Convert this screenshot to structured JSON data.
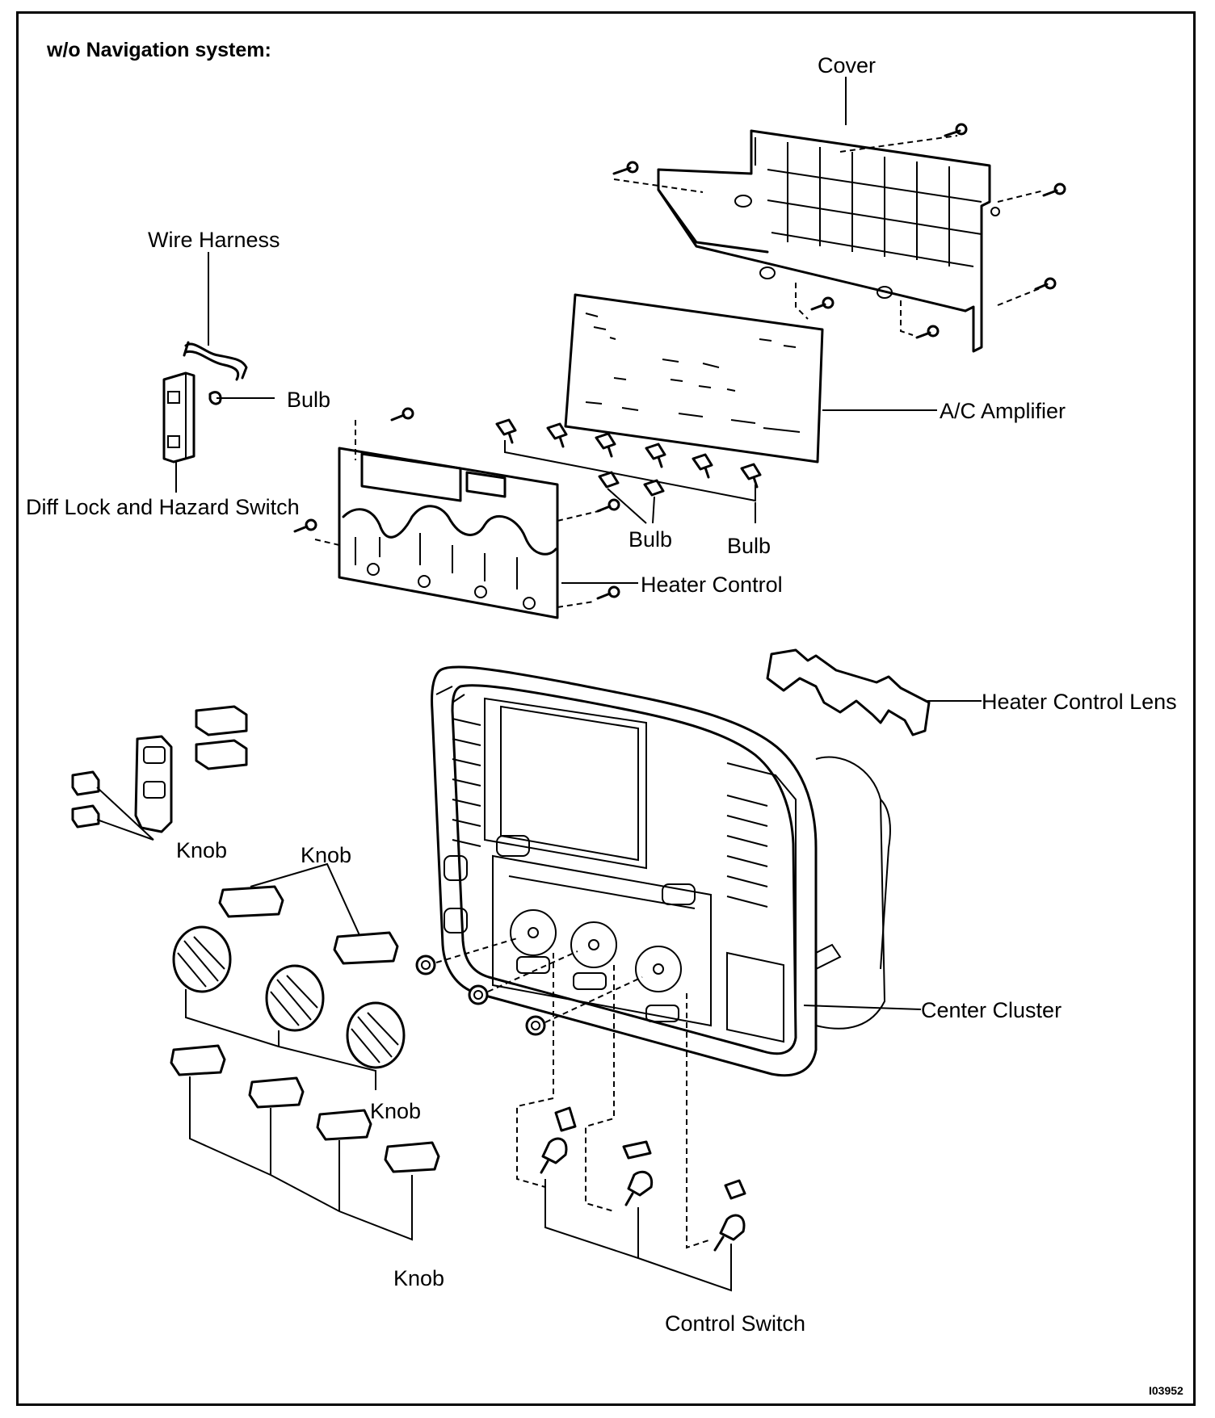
{
  "header": {
    "title": "w/o Navigation system:"
  },
  "labels": {
    "cover": "Cover",
    "wire_harness": "Wire Harness",
    "bulb_switch": "Bulb",
    "ac_amplifier": "A/C Amplifier",
    "diff_lock": "Diff Lock and Hazard Switch",
    "bulbs_left": "Bulb",
    "bulbs_right": "Bulb",
    "heater_control": "Heater Control",
    "heater_control_lens": "Heater Control Lens",
    "knob_switch": "Knob",
    "knob_buttons_top": "Knob",
    "knob_dials": "Knob",
    "knob_buttons_bottom": "Knob",
    "center_cluster": "Center Cluster",
    "control_switch": "Control Switch"
  },
  "figure_code": "I03952"
}
